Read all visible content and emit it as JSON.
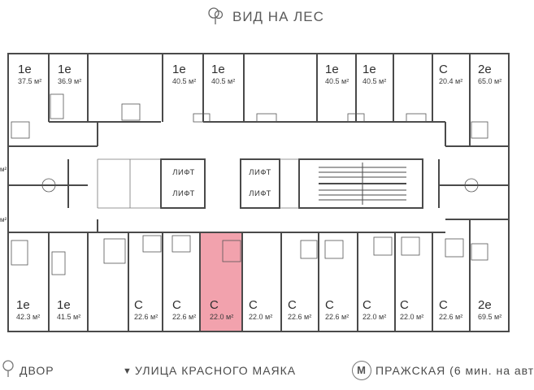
{
  "header": {
    "view_label": "ВИД НА ЛЕС",
    "icon": "tree-icon"
  },
  "footer": {
    "yard_label": "ДВОР",
    "street_label": "УЛИЦА КРАСНОГО МАЯКА",
    "metro_label": "ПРАЖСКАЯ (6 мин. на авт",
    "metro_letter": "М"
  },
  "units": {
    "area_unit": "м²",
    "top": [
      {
        "type": "1е",
        "area": "37.5 м²"
      },
      {
        "type": "1е",
        "area": "36.9 м²"
      },
      {
        "type": "1е",
        "area": "40.5 м²"
      },
      {
        "type": "1е",
        "area": "40.5 м²"
      },
      {
        "type": "1е",
        "area": "40.5 м²"
      },
      {
        "type": "1е",
        "area": "40.5 м²"
      },
      {
        "type": "С",
        "area": "20.4 м²"
      },
      {
        "type": "2е",
        "area": "65.0 м²"
      }
    ],
    "bottom": [
      {
        "type": "1е",
        "area": "42.3 м²"
      },
      {
        "type": "1е",
        "area": "41.5 м²"
      },
      {
        "type": "С",
        "area": "22.6 м²"
      },
      {
        "type": "С",
        "area": "22.6 м²"
      },
      {
        "type": "С",
        "area": "22.0 м²",
        "highlighted": true
      },
      {
        "type": "С",
        "area": "22.0 м²"
      },
      {
        "type": "С",
        "area": "22.6 м²"
      },
      {
        "type": "С",
        "area": "22.6 м²"
      },
      {
        "type": "С",
        "area": "22.0 м²"
      },
      {
        "type": "С",
        "area": "22.0 м²"
      },
      {
        "type": "С",
        "area": "22.6 м²"
      },
      {
        "type": "2е",
        "area": "69.5 м²"
      }
    ]
  },
  "lifts": [
    "ЛИФТ",
    "ЛИФТ",
    "ЛИФТ",
    "ЛИФТ"
  ],
  "edge_labels": [
    "м²",
    "м²"
  ],
  "colors": {
    "highlight": "#f2a2ad",
    "wall": "#4a4a4a",
    "text": "#3a3a3a"
  }
}
